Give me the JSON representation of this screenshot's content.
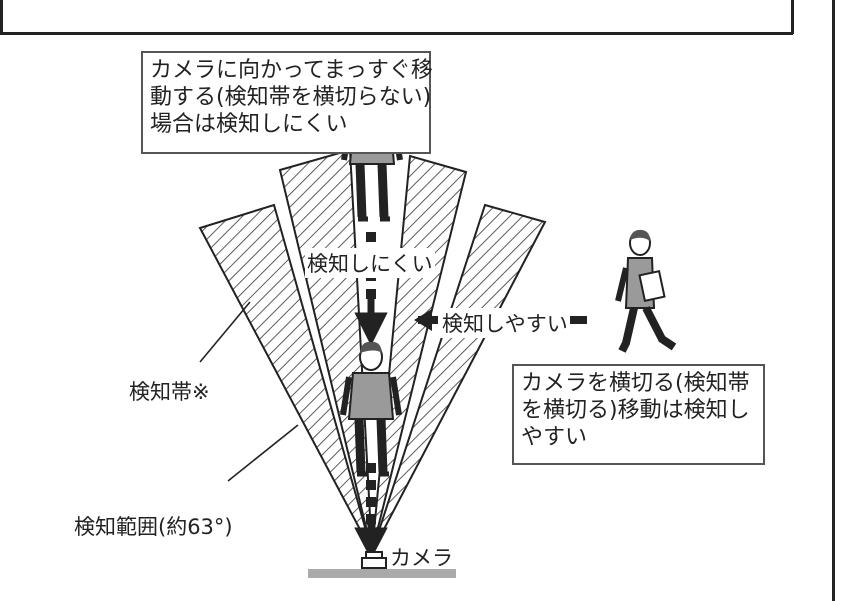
{
  "callouts": {
    "straight_approach": "カメラに向かってまっすぐ移\n動する(検知帯を横切らない)\n場合は検知しにくい",
    "crossing": "カメラを横切る(検知帯\nを横切る)移動は検知し\nやすい"
  },
  "labels": {
    "hard_to_detect": "検知しにくい",
    "easy_to_detect": "検知しやすい",
    "detection_band": "検知帯※",
    "detection_range": "検知範囲(約63°)",
    "camera": "カメラ"
  },
  "colors": {
    "line": "#222222",
    "hatch": "#333333",
    "floor": "#aaaaaa",
    "shirt": "#9a9a9a"
  }
}
